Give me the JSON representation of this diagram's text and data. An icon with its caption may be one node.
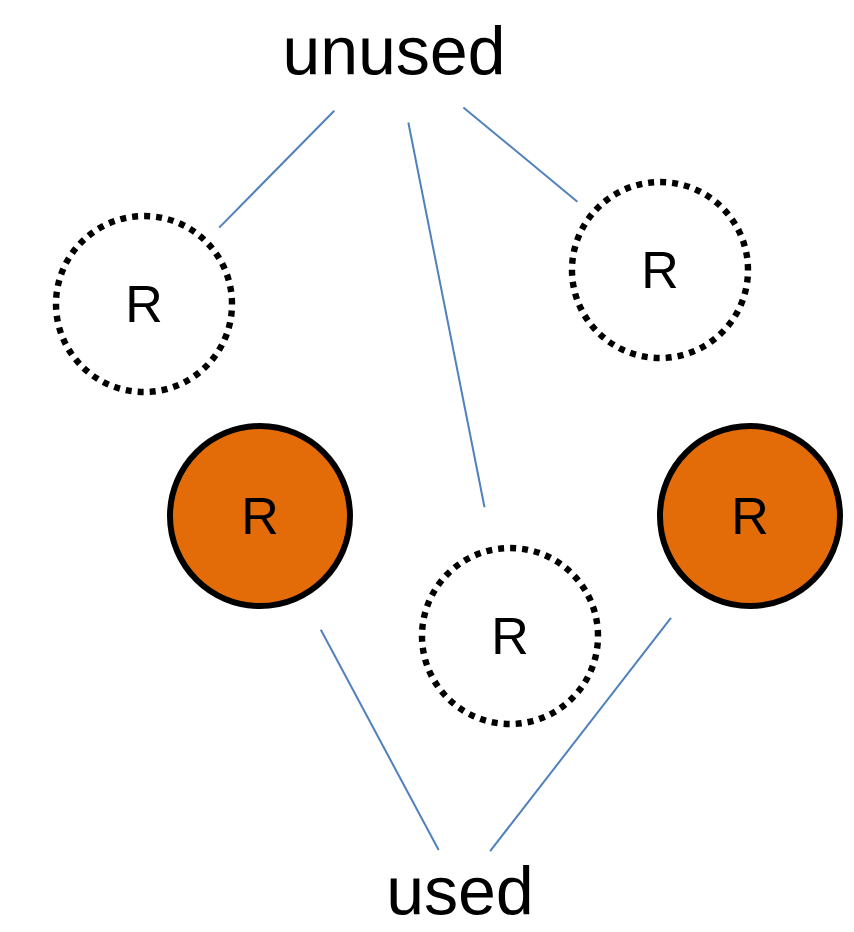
{
  "diagram": {
    "nodes": [
      {
        "text": [
          "unused"
        ]
      },
      {
        "text": [
          "R"
        ]
      },
      {
        "text": [
          "R"
        ]
      },
      {
        "text": [
          "R"
        ]
      },
      {
        "text": [
          "R"
        ]
      },
      {
        "text": [
          "R"
        ]
      },
      {
        "text": [
          "used"
        ]
      }
    ],
    "edges": [
      {
        "from": 0,
        "to": 1,
        "arrow": "none"
      },
      {
        "from": 0,
        "to": 4,
        "arrow": "none"
      },
      {
        "from": 0,
        "to": 2,
        "arrow": "none"
      },
      {
        "from": 6,
        "to": 3,
        "arrow": "none"
      },
      {
        "from": 6,
        "to": 5,
        "arrow": "none"
      }
    ]
  }
}
